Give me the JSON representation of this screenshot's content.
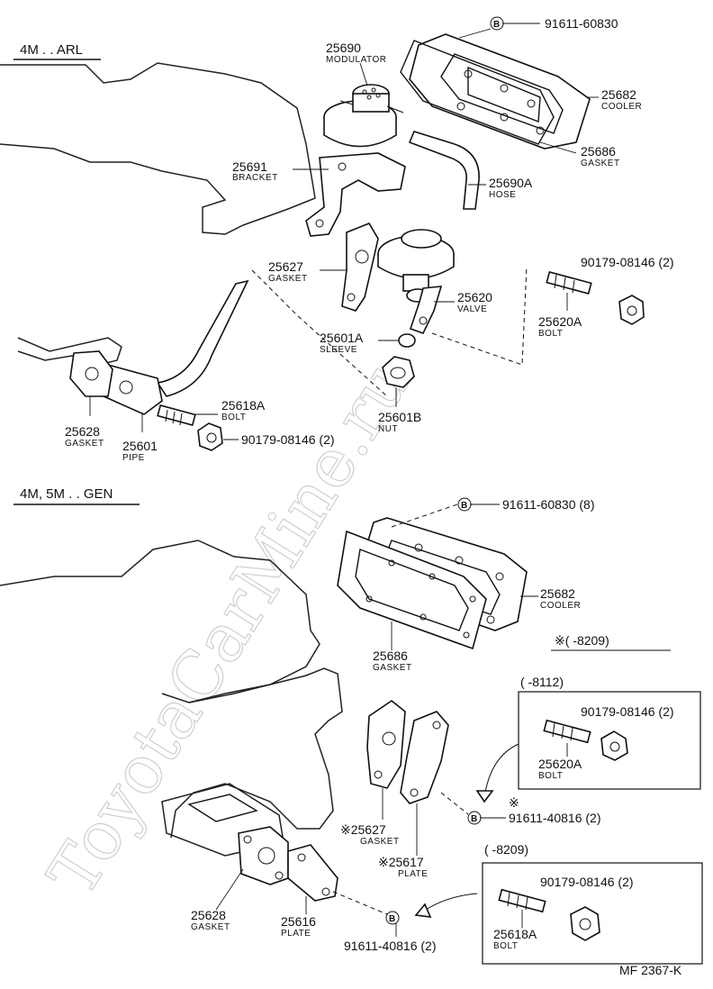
{
  "watermark": "ToyotaCarMine.ru",
  "section1": {
    "title": "4M . . ARL"
  },
  "section2": {
    "title": "4M, 5M . . GEN"
  },
  "s1_parts": {
    "p1": {
      "number": "91611-60830"
    },
    "p2": {
      "number": "25690",
      "name": "MODULATOR"
    },
    "p3": {
      "number": "25682",
      "name": "COOLER"
    },
    "p4": {
      "number": "25686",
      "name": "GASKET"
    },
    "p5": {
      "number": "25691",
      "name": "BRACKET"
    },
    "p6": {
      "number": "25690A",
      "name": "HOSE"
    },
    "p7": {
      "number": "25627",
      "name": "GASKET"
    },
    "p8": {
      "number": "90179-08146 (2)"
    },
    "p9": {
      "number": "25620",
      "name": "VALVE"
    },
    "p10": {
      "number": "25620A",
      "name": "BOLT"
    },
    "p11": {
      "number": "25601A",
      "name": "SLEEVE"
    },
    "p12": {
      "number": "25618A",
      "name": "BOLT"
    },
    "p13": {
      "number": "25628",
      "name": "GASKET"
    },
    "p14": {
      "number": "25601B",
      "name": "NUT"
    },
    "p15": {
      "number": "25601",
      "name": "PIPE"
    },
    "p16": {
      "number": "90179-08146 (2)"
    }
  },
  "s2_parts": {
    "q1": {
      "number": "91611-60830 (8)"
    },
    "q2": {
      "number": "25682",
      "name": "COOLER"
    },
    "q3": {
      "number": "25686",
      "name": "GASKET"
    },
    "q4": {
      "range": "※(    -8209)"
    },
    "q5": {
      "range": "(      -8112)"
    },
    "q6": {
      "number": "90179-08146 (2)"
    },
    "q7": {
      "number": "25620A",
      "name": "BOLT"
    },
    "q8": {
      "number": "91611-40816 (2)",
      "mark": "※"
    },
    "q9": {
      "number": "※25627",
      "name": "GASKET"
    },
    "q10": {
      "number": "※25617",
      "name": "PLATE"
    },
    "q11": {
      "range": "(      -8209)"
    },
    "q12": {
      "number": "90179-08146 (2)"
    },
    "q13": {
      "number": "25628",
      "name": "GASKET"
    },
    "q14": {
      "number": "25616",
      "name": "PLATE"
    },
    "q15": {
      "number": "25618A",
      "name": "BOLT"
    },
    "q16": {
      "number": "91611-40816 (2)"
    }
  },
  "bolt_marker": "B",
  "footer": {
    "code": "MF  2367-K"
  }
}
